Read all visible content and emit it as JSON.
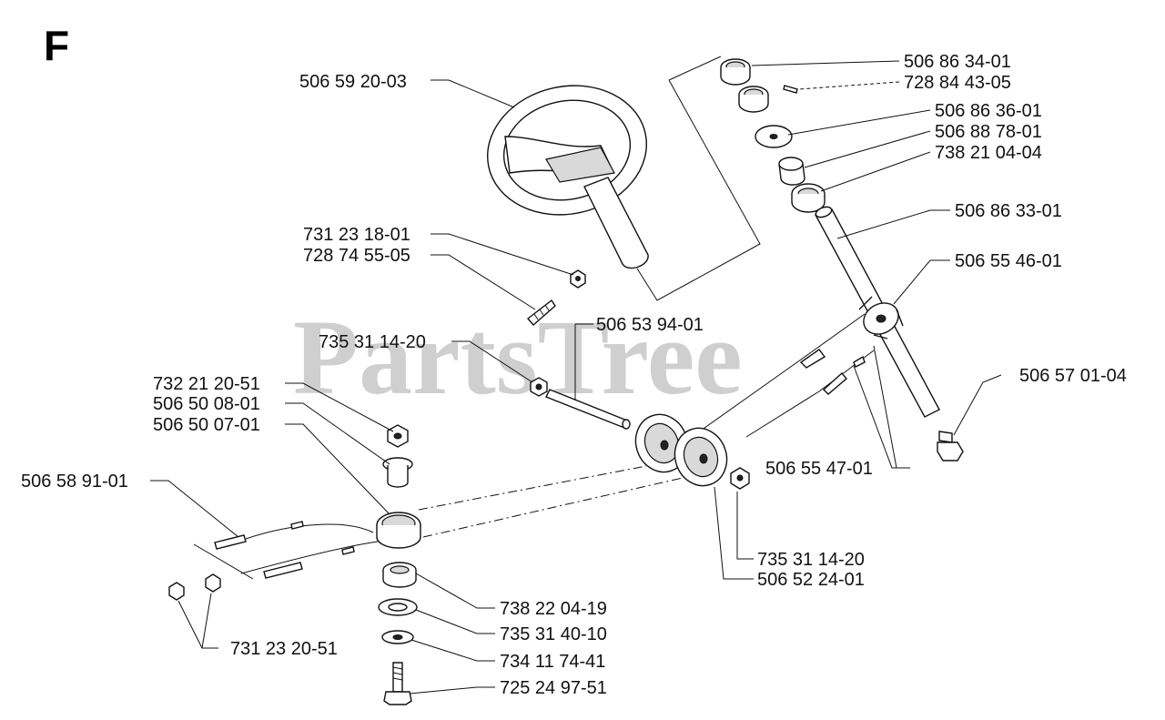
{
  "section_letter": "F",
  "watermark": "PartsTree",
  "part_numbers": {
    "steering_wheel": "506 59 20-03",
    "wheel_nut": "731 23 18-01",
    "wheel_stud": "728 74 55-05",
    "column_cap": "506 86 34-01",
    "cap_pin": "728 84 43-05",
    "upper_washer": "506 86 36-01",
    "column_bushing": "506 88 78-01",
    "column_bearing": "738 21 04-04",
    "steering_shaft": "506 86 33-01",
    "sprocket_gear": "506 55 46-01",
    "grease_fitting": "506 57 01-04",
    "pulley_axle": "506 53 94-01",
    "axle_nut_left": "735 31 14-20",
    "pulley_assembly": "506 55 47-01",
    "pivot_nut": "732 21 20-51",
    "pivot_bushing": "506 50 08-01",
    "pivot_pulley": "506 50 07-01",
    "steering_cable": "506 58 91-01",
    "axle_nut_right": "735 31 14-20",
    "idler_pulley": "506 52 24-01",
    "cable_nut": "731 23 20-51",
    "lower_bearing": "738 22 04-19",
    "spring_washer": "735 31 40-10",
    "flat_washer": "734 11 74-41",
    "pivot_bolt": "725 24 97-51"
  }
}
